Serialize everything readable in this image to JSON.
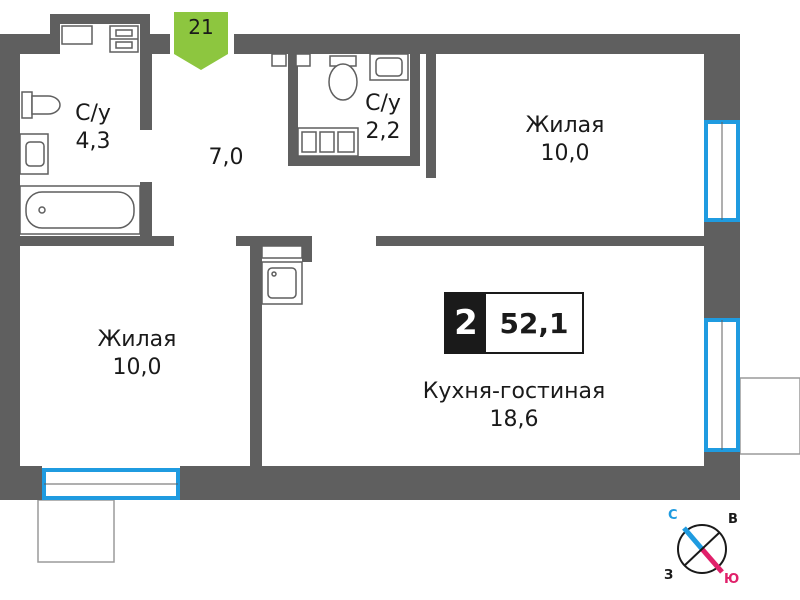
{
  "apartment": {
    "number": "21",
    "rooms_count": "2",
    "total_area": "52,1"
  },
  "rooms": {
    "bath1": {
      "name": "С/у",
      "area": "4,3"
    },
    "hall": {
      "area": "7,0"
    },
    "bath2": {
      "name": "С/у",
      "area": "2,2"
    },
    "bedroom1": {
      "name": "Жилая",
      "area": "10,0"
    },
    "bedroom2": {
      "name": "Жилая",
      "area": "10,0"
    },
    "kitchen": {
      "name": "Кухня-гостиная",
      "area": "18,6"
    }
  },
  "compass": {
    "north": "С",
    "east": "В",
    "west": "З",
    "south": "Ю"
  },
  "colors": {
    "wall": "#5f5f5f",
    "window": "#1f9be0",
    "badge": "#1a1a1a",
    "apt_marker": "#8dc63f",
    "compass_north": "#1f9be0",
    "compass_south": "#e0206a"
  }
}
